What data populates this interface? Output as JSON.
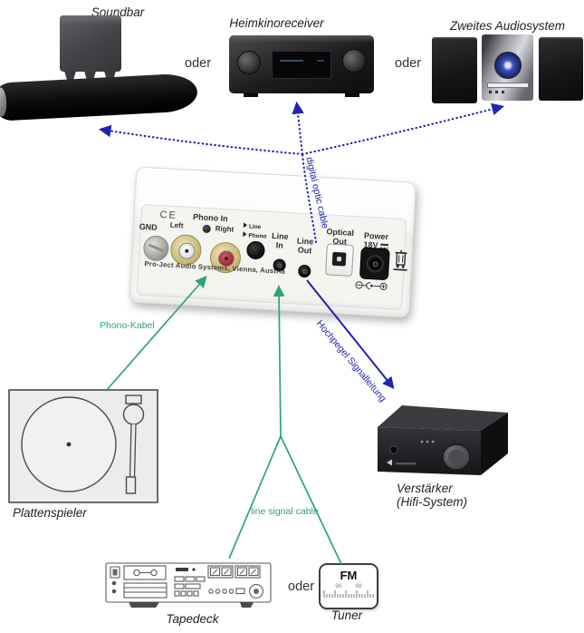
{
  "devices": {
    "soundbar": {
      "label": "Soundbar"
    },
    "receiver": {
      "label": "Heimkinoreceiver"
    },
    "second_system": {
      "label": "Zweites Audiosystem"
    },
    "turntable": {
      "label": "Plattenspieler"
    },
    "amplifier": {
      "label_line1": "Verstärker",
      "label_line2": "(Hifi-System)"
    },
    "tapedeck": {
      "label": "Tapedeck"
    },
    "tuner": {
      "label": "Tuner",
      "display": "FM",
      "freq_left": "96",
      "freq_right": "98"
    }
  },
  "or_words": {
    "top_left": "oder",
    "top_right": "oder",
    "bottom": "oder"
  },
  "cables": {
    "phono": {
      "label": "Phono-Kabel",
      "color": "#2ea56f"
    },
    "line": {
      "label": "line signal cable",
      "color": "#2ea56f"
    },
    "optical": {
      "label": "digital optic cable",
      "color": "#2222b2"
    },
    "high_level": {
      "label": "Hochpegel Signalleitung",
      "color": "#2222b2"
    }
  },
  "preamp_panel": {
    "ce_mark": "CE",
    "gnd": "GND",
    "phono_in": "Phono In",
    "left": "Left",
    "right": "Right",
    "switch_line": "Line",
    "switch_phono": "Phono",
    "line_in_1": "Line",
    "line_in_2": "In",
    "line_out_1": "Line",
    "line_out_2": "Out",
    "optical_out_1": "Optical",
    "optical_out_2": "Out",
    "power_1": "Power",
    "power_2": "18V",
    "brand": "Pro-Ject Audio Systems, Vienna, Austria"
  }
}
